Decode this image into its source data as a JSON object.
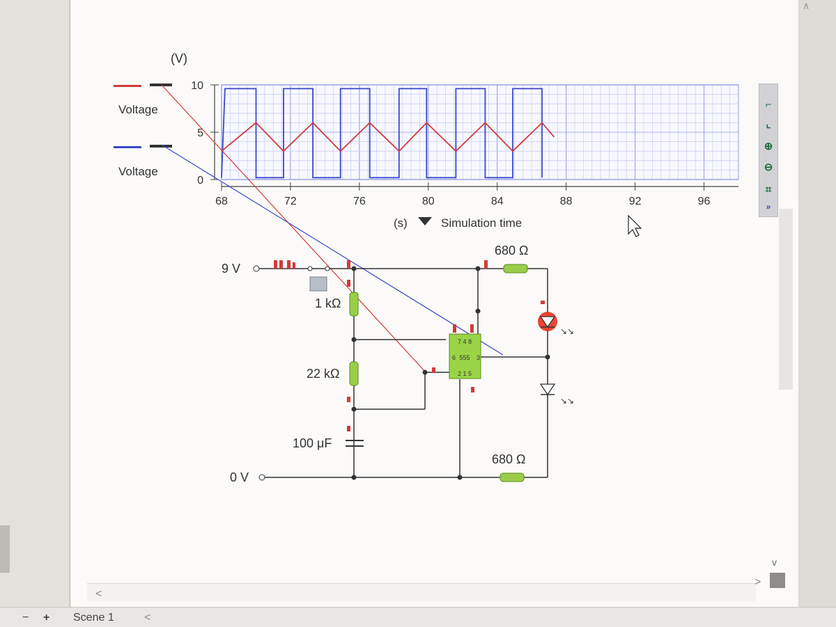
{
  "chart": {
    "unit_label": "(V)",
    "y_ticks": [
      "10",
      "5",
      "0"
    ],
    "x_ticks": [
      "68",
      "72",
      "76",
      "80",
      "84",
      "88",
      "92",
      "96"
    ],
    "x_unit": "(s)",
    "x_axis_label": "Simulation time",
    "legend": [
      {
        "label": "Voltage",
        "color": "#d33a3a"
      },
      {
        "label": "Voltage",
        "color": "#3b46c9"
      }
    ]
  },
  "chart_data": {
    "type": "line",
    "xlim": [
      68,
      98
    ],
    "ylim": [
      0,
      10
    ],
    "ylabel": "(V)",
    "xlabel": "Simulation time",
    "series": [
      {
        "color": "#3b46c9",
        "points": [
          [
            68,
            0.2
          ],
          [
            68.2,
            9.6
          ],
          [
            70,
            9.6
          ],
          [
            70,
            0.2
          ],
          [
            71.6,
            0.2
          ],
          [
            71.6,
            9.6
          ],
          [
            73.3,
            9.6
          ],
          [
            73.3,
            0.2
          ],
          [
            74.9,
            0.2
          ],
          [
            74.9,
            9.6
          ],
          [
            76.6,
            9.6
          ],
          [
            76.6,
            0.2
          ],
          [
            78.3,
            0.2
          ],
          [
            78.3,
            9.6
          ],
          [
            79.9,
            9.6
          ],
          [
            79.9,
            0.2
          ],
          [
            81.6,
            0.2
          ],
          [
            81.6,
            9.6
          ],
          [
            83.3,
            9.6
          ],
          [
            83.3,
            0.2
          ],
          [
            84.9,
            0.2
          ],
          [
            84.9,
            9.6
          ],
          [
            86.6,
            9.6
          ],
          [
            86.6,
            0.2
          ]
        ]
      },
      {
        "color": "#d33a3a",
        "points": [
          [
            68,
            3
          ],
          [
            70,
            6
          ],
          [
            71.6,
            3
          ],
          [
            73.3,
            6
          ],
          [
            74.9,
            3
          ],
          [
            76.6,
            6
          ],
          [
            78.3,
            3
          ],
          [
            79.9,
            6
          ],
          [
            81.6,
            3
          ],
          [
            83.3,
            6
          ],
          [
            84.9,
            3
          ],
          [
            86.6,
            6
          ],
          [
            87.3,
            4.5
          ]
        ]
      }
    ]
  },
  "circuit": {
    "supply_label": "9 V",
    "ground_label": "0 V",
    "r_top": "1 kΩ",
    "r_mid": "22 kΩ",
    "capacitor": "100 μF",
    "r_led_top": "680 Ω",
    "r_led_bottom": "680 Ω",
    "ic_label": "555",
    "ic_pins_top": "7 4 8",
    "ic_pins_mid_left": "6",
    "ic_pins_mid_right": "3",
    "ic_pins_bottom": "2 1 5",
    "led_on_color": "#e8321f"
  },
  "bottom_bar": {
    "minus": "−",
    "plus": "+",
    "scene_tab": "Scene 1",
    "scroll_arrow": "<"
  },
  "scroll": {
    "left_arrow": "<",
    "right_arrow": ">",
    "down_arrow": "v",
    "top_arrow": "∧"
  },
  "toolbar": [
    {
      "name": "select-box-icon"
    },
    {
      "name": "select-area-icon"
    },
    {
      "name": "zoom-in-icon"
    },
    {
      "name": "zoom-out-icon"
    },
    {
      "name": "crop-icon"
    },
    {
      "name": "expand-icon"
    }
  ]
}
